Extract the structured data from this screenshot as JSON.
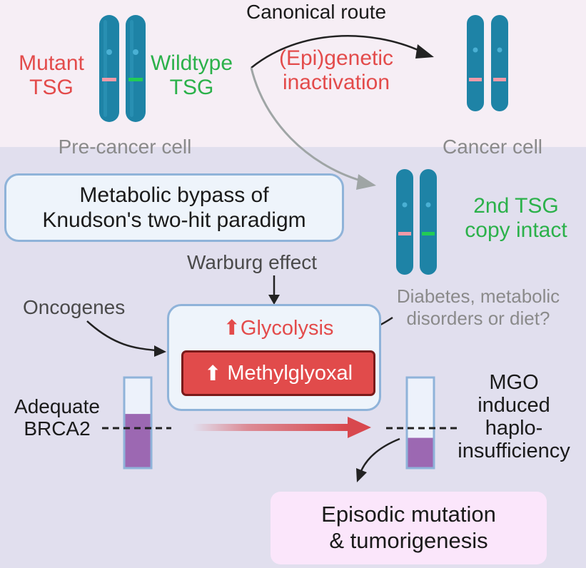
{
  "labels": {
    "mutant_tsg": [
      "Mutant",
      "TSG"
    ],
    "wildtype_tsg": [
      "Wildtype",
      "TSG"
    ],
    "canonical_route": "Canonical route",
    "epi_inactivation": [
      "(Epi)genetic",
      "inactivation"
    ],
    "pre_cancer_cell": "Pre-cancer cell",
    "cancer_cell": "Cancer cell",
    "title": [
      "Metabolic bypass of",
      "Knudson's two-hit paradigm"
    ],
    "second_tsg": [
      "2nd TSG",
      "copy intact"
    ],
    "warburg": "Warburg effect",
    "oncogenes": "Oncogenes",
    "diabetes": [
      "Diabetes, metabolic",
      "disorders or diet?"
    ],
    "glycolysis": "Glycolysis",
    "methylglyoxal": "Methylglyoxal",
    "adequate_brca2": [
      "Adequate",
      "BRCA2"
    ],
    "mgo_haplo": [
      "MGO",
      "induced",
      "haplo-",
      "insufficiency"
    ],
    "outcome": [
      "Episodic mutation",
      "& tumorigenesis"
    ],
    "up_arrow": "⬆"
  },
  "colors": {
    "top_band": "#f6eef5",
    "bottom_band": "#e1dfee",
    "chromosome": "#1e83a6",
    "chromosome_dark": "#156682",
    "centromere": "#4ab0d4",
    "mutant_band": "#f29aa8",
    "wildtype_band": "#22cc55",
    "red_text": "#e34b4b",
    "green_text": "#2bb14a",
    "gray_text": "#8a8a8a",
    "tube_fill": "#9c68b2",
    "tube_empty": "#edf2fb",
    "tube_border": "#8fb3d9",
    "arrow_gray": "#9fa5a5",
    "arrow_red": "#d8484e"
  },
  "tubes": [
    {
      "name": "adequate",
      "fill_fraction": 0.6
    },
    {
      "name": "haplo",
      "fill_fraction": 0.33
    }
  ]
}
